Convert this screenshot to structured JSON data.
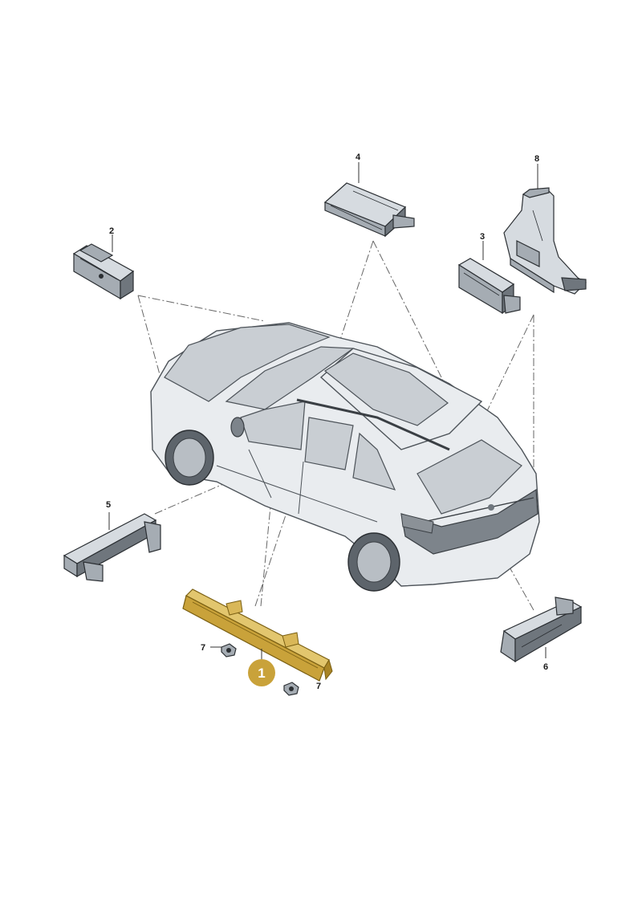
{
  "callouts": {
    "c1": "1",
    "c2": "2",
    "c3": "3",
    "c4": "4",
    "c5": "5",
    "c6": "6",
    "c7a": "7",
    "c7b": "7",
    "c8": "8"
  },
  "colors": {
    "highlight": "#c9a23a",
    "badge": "#c9a23a"
  }
}
